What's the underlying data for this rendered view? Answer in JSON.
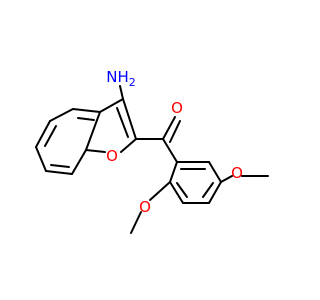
{
  "molecule": {
    "labels": {
      "amine": {
        "text": "NH",
        "subscript": "2"
      },
      "carbonyl_oxygen": "O",
      "furan_oxygen": "O",
      "methoxy_oxygen_upper": "O",
      "methoxy_oxygen_lower": "O"
    },
    "colors": {
      "bond": "#000000",
      "nitrogen": "#0000ff",
      "oxygen": "#ff0000"
    }
  }
}
